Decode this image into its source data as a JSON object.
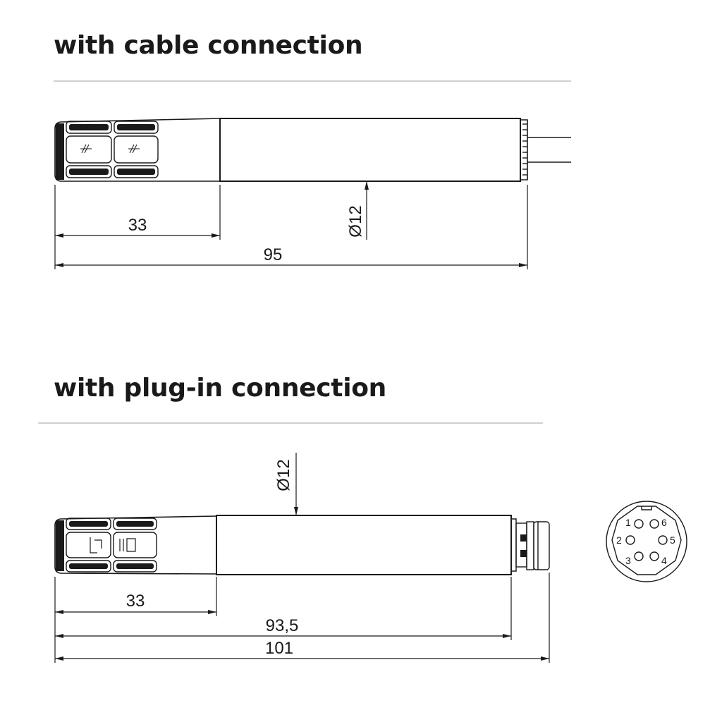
{
  "sections": [
    {
      "title": "with cable connection",
      "dimensions": {
        "filter_length": "33",
        "diameter": "Ø12",
        "total_length": "95"
      }
    },
    {
      "title": "with plug-in connection",
      "dimensions": {
        "filter_length": "33",
        "diameter": "Ø12",
        "body_length": "93,5",
        "total_length": "101"
      }
    }
  ],
  "connector_pins": [
    "1",
    "2",
    "3",
    "4",
    "5",
    "6"
  ],
  "colors": {
    "line": "#1a1a1a",
    "rule": "#b5b5b5"
  }
}
